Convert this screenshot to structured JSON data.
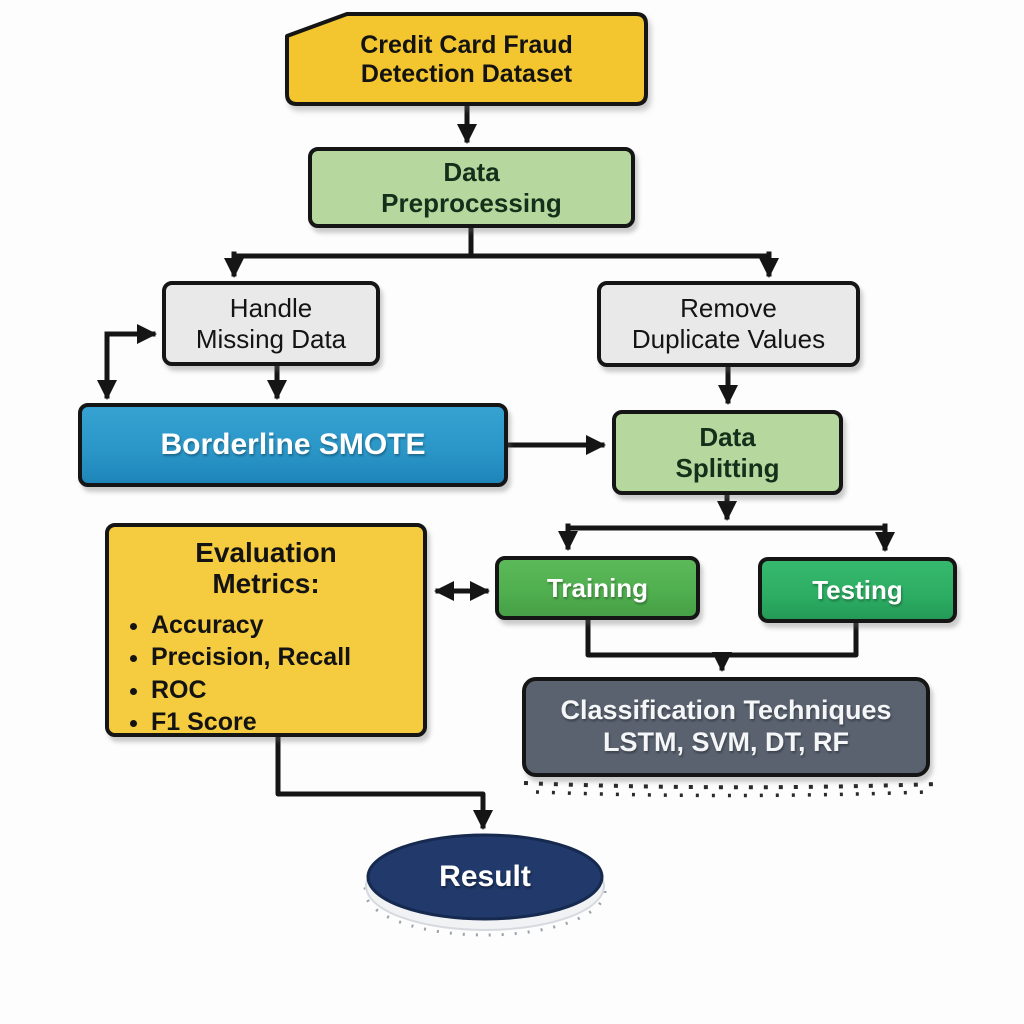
{
  "diagram": {
    "title_implicit": "Credit card fraud detection workflow",
    "nodes": {
      "dataset": {
        "line1": "Credit Card Fraud",
        "line2": "Detection Dataset"
      },
      "preprocessing": {
        "line1": "Data",
        "line2": "Preprocessing"
      },
      "missing": {
        "line1": "Handle",
        "line2": "Missing Data"
      },
      "duplicates": {
        "line1": "Remove",
        "line2": "Duplicate Values"
      },
      "smote": {
        "label": "Borderline SMOTE"
      },
      "splitting": {
        "line1": "Data",
        "line2": "Splitting"
      },
      "evaluation": {
        "title_line1": "Evaluation",
        "title_line2": "Metrics:",
        "bullets": [
          "Accuracy",
          "Precision, Recall",
          "ROC",
          "F1 Score"
        ]
      },
      "training": {
        "label": "Training"
      },
      "testing": {
        "label": "Testing"
      },
      "classification": {
        "line1": "Classification Techniques",
        "line2": "LSTM, SVM, DT, RF"
      },
      "result": {
        "label": "Result"
      }
    },
    "edges": [
      {
        "from": "dataset",
        "to": "preprocessing"
      },
      {
        "from": "preprocessing",
        "to": "missing"
      },
      {
        "from": "preprocessing",
        "to": "duplicates"
      },
      {
        "from": "missing",
        "to": "smote"
      },
      {
        "from": "smote",
        "to": "missing",
        "style": "elbow-double"
      },
      {
        "from": "smote",
        "to": "splitting"
      },
      {
        "from": "duplicates",
        "to": "splitting"
      },
      {
        "from": "splitting",
        "to": "training"
      },
      {
        "from": "splitting",
        "to": "testing"
      },
      {
        "from": "evaluation",
        "to": "training",
        "style": "double-headed"
      },
      {
        "from": "training",
        "to": "classification"
      },
      {
        "from": "testing",
        "to": "classification"
      },
      {
        "from": "evaluation",
        "to": "result"
      }
    ],
    "colors": {
      "yellow": "#F3C62F",
      "yellow_light": "#F5CC3F",
      "green_light": "#B6D89E",
      "gray_light": "#E9E9EA",
      "blue": "#2B97C8",
      "green_training": "#4FAE4E",
      "green_testing": "#2CAD63",
      "slate": "#5A6270",
      "navy": "#21396B",
      "line": "#151515"
    }
  }
}
